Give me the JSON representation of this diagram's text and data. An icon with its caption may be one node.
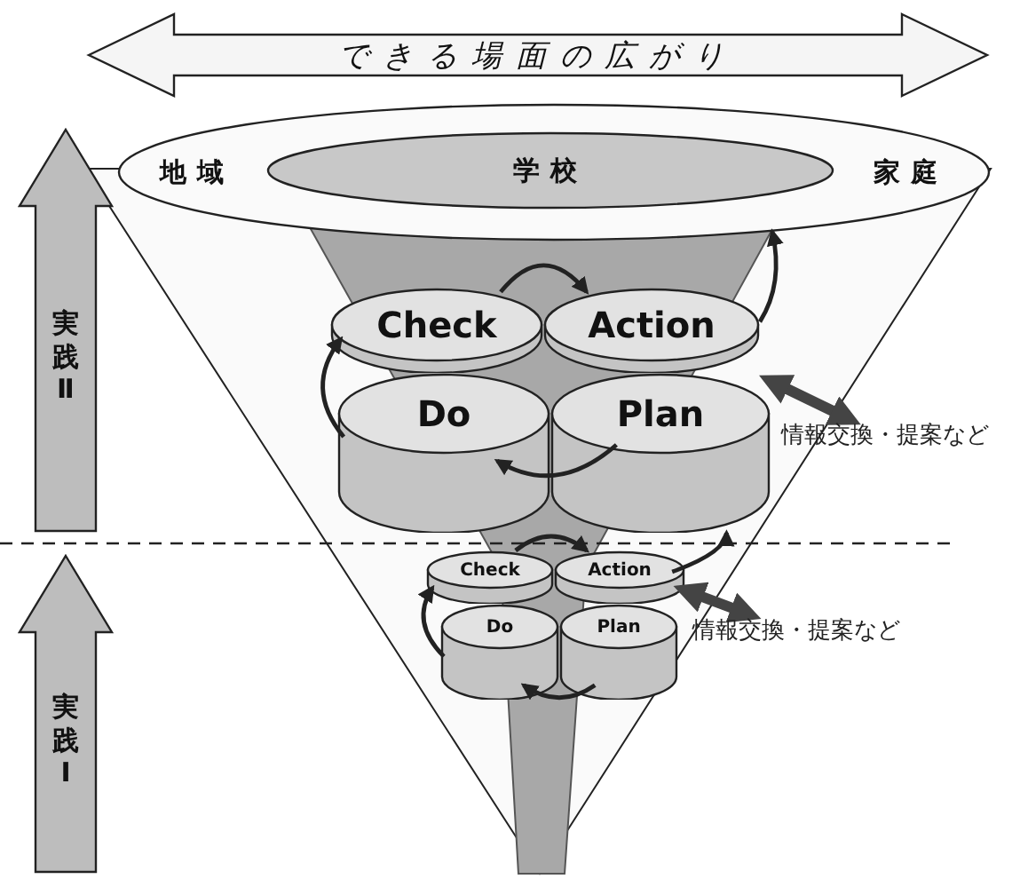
{
  "diagram": {
    "nodes": [
      {
        "text": [
          "できる場面の広がり"
        ]
      },
      {
        "text": [
          "地域",
          "家庭"
        ]
      },
      {
        "text": [
          "学校"
        ],
        "in": 1
      },
      {
        "text": [
          "実践Ⅱ"
        ]
      },
      {
        "text": [
          "Check"
        ]
      },
      {
        "text": [
          "Action"
        ]
      },
      {
        "text": [
          "Do"
        ]
      },
      {
        "text": [
          "Plan"
        ]
      },
      {
        "text": [
          "Check"
        ]
      },
      {
        "text": [
          "Action"
        ]
      },
      {
        "text": [
          "Do"
        ]
      },
      {
        "text": [
          "Plan"
        ]
      },
      {
        "text": [
          "実践Ⅰ"
        ]
      },
      {
        "text": [
          "情報交換・提案など"
        ]
      },
      {
        "text": [
          "情報交換・提案など"
        ]
      }
    ],
    "edges": [
      {
        "from": 4,
        "to": 5,
        "arrow": "to"
      },
      {
        "from": 5,
        "to": 1,
        "arrow": "to"
      },
      {
        "from": 7,
        "to": 6,
        "arrow": "to"
      },
      {
        "from": 6,
        "to": 4,
        "arrow": "to"
      },
      {
        "from": 7,
        "to": 13,
        "arrow": "both",
        "style": "thick"
      },
      {
        "from": 9,
        "to": 7,
        "arrow": "to"
      },
      {
        "from": 8,
        "to": 9,
        "arrow": "to"
      },
      {
        "from": 10,
        "to": 8,
        "arrow": "to"
      },
      {
        "from": 11,
        "to": 10,
        "arrow": "to"
      },
      {
        "from": 9,
        "to": 14,
        "arrow": "both",
        "style": "thick"
      }
    ]
  }
}
